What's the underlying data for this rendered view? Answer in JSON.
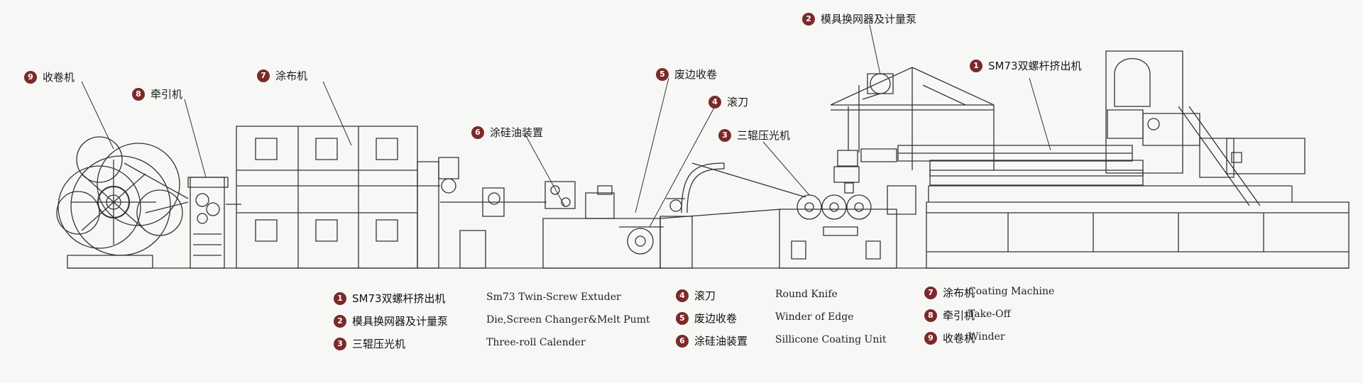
{
  "callouts": [
    {
      "num": "1",
      "label": "SM73双螺杆挤出机"
    },
    {
      "num": "2",
      "label": "模具换网器及计量泵"
    },
    {
      "num": "3",
      "label": "三辊压光机"
    },
    {
      "num": "4",
      "label": "滚刀"
    },
    {
      "num": "5",
      "label": "废边收卷"
    },
    {
      "num": "6",
      "label": "涂硅油装置"
    },
    {
      "num": "7",
      "label": "涂布机"
    },
    {
      "num": "8",
      "label": "牵引机"
    },
    {
      "num": "9",
      "label": "收卷机"
    }
  ],
  "legend": [
    {
      "num": "1",
      "zh": "SM73双螺杆挤出机",
      "en": "Sm73 Twin-Screw Extuder"
    },
    {
      "num": "2",
      "zh": "模具换网器及计量泵",
      "en": "Die,Screen Changer&Melt Pumt"
    },
    {
      "num": "3",
      "zh": "三辊压光机",
      "en": "Three-roll Calender"
    },
    {
      "num": "4",
      "zh": "滚刀",
      "en": "Round Knife"
    },
    {
      "num": "5",
      "zh": "废边收卷",
      "en": "Winder of Edge"
    },
    {
      "num": "6",
      "zh": "涂硅油装置",
      "en": "Sillicone Coating Unit"
    },
    {
      "num": "7",
      "zh": "涂布机",
      "en": "Coating Machine"
    },
    {
      "num": "8",
      "zh": "牵引机",
      "en": "Take-Off"
    },
    {
      "num": "9",
      "zh": "收卷机",
      "en": "Winder"
    }
  ],
  "colors": {
    "badge": "#7a2a2a",
    "line": "#333333",
    "background": "#f7f7f5"
  }
}
